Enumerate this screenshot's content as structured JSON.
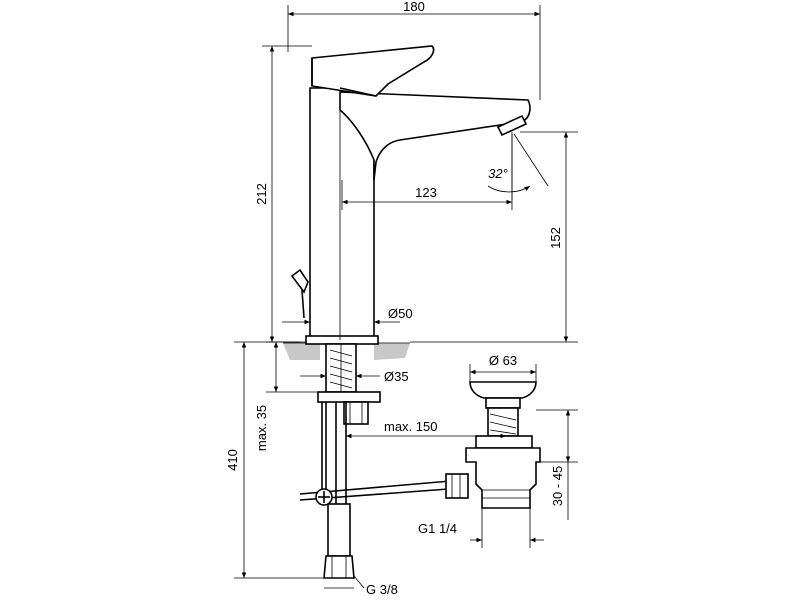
{
  "dimensions": {
    "width_180": "180",
    "height_212": "212",
    "reach_123": "123",
    "height_152": "152",
    "angle_32": "32°",
    "dia_50": "Ø50",
    "dia_35": "Ø35",
    "max_35": "max. 35",
    "height_410": "410",
    "max_150": "max. 150",
    "dia_63": "Ø 63",
    "range_30_45": "30 - 45",
    "thread_g114": "G1 1/4",
    "thread_g38": "G 3/8"
  },
  "colors": {
    "line": "#000000",
    "ground": "#c8c8c8",
    "background": "#ffffff"
  }
}
